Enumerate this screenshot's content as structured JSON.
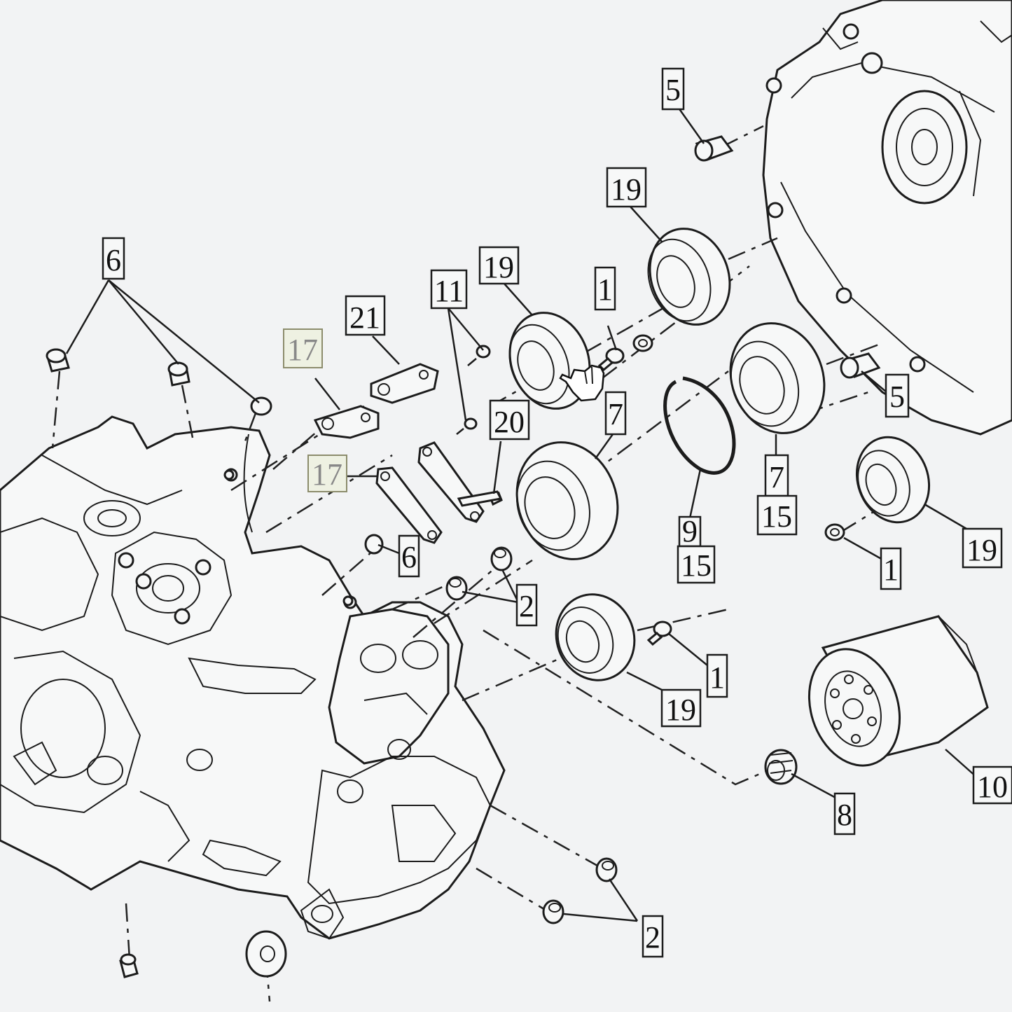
{
  "callouts": [
    {
      "id": "c5a",
      "text": "5"
    },
    {
      "id": "c19a",
      "text": "19"
    },
    {
      "id": "c6a",
      "text": "6"
    },
    {
      "id": "c19b",
      "text": "19"
    },
    {
      "id": "c11",
      "text": "11"
    },
    {
      "id": "c1a",
      "text": "1"
    },
    {
      "id": "c21",
      "text": "21"
    },
    {
      "id": "c17a",
      "text": "17"
    },
    {
      "id": "c20",
      "text": "20"
    },
    {
      "id": "c7a",
      "text": "7"
    },
    {
      "id": "c17b",
      "text": "17"
    },
    {
      "id": "c6b",
      "text": "6"
    },
    {
      "id": "c2a",
      "text": "2"
    },
    {
      "id": "c9",
      "text": "9"
    },
    {
      "id": "c15a",
      "text": "15"
    },
    {
      "id": "c7b",
      "text": "7"
    },
    {
      "id": "c15b",
      "text": "15"
    },
    {
      "id": "c5b",
      "text": "5"
    },
    {
      "id": "c19c",
      "text": "19"
    },
    {
      "id": "c1b",
      "text": "1"
    },
    {
      "id": "c1c",
      "text": "1"
    },
    {
      "id": "c19d",
      "text": "19"
    },
    {
      "id": "c10",
      "text": "10"
    },
    {
      "id": "c8",
      "text": "8"
    },
    {
      "id": "c2b",
      "text": "2"
    }
  ]
}
